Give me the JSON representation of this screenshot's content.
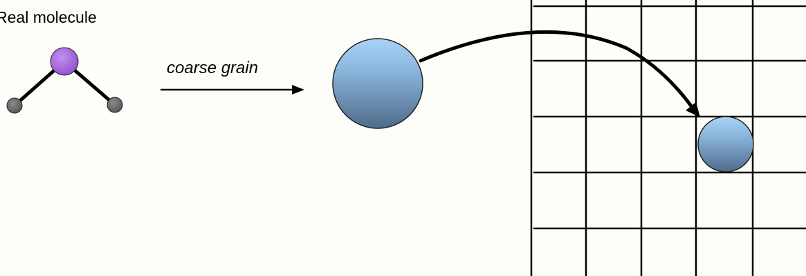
{
  "labels": {
    "real_molecule": "Real molecule",
    "coarse_grain": "coarse grain"
  },
  "colors": {
    "background": "#fdfdf9",
    "center_atom": "#9d5fd9",
    "side_atoms": "#6b6b6b",
    "bead_light": "#a9d4f8",
    "bead_dark": "#4f6b8c",
    "lines": "#000000"
  },
  "lattice": {
    "rows": 5,
    "columns": 5
  }
}
